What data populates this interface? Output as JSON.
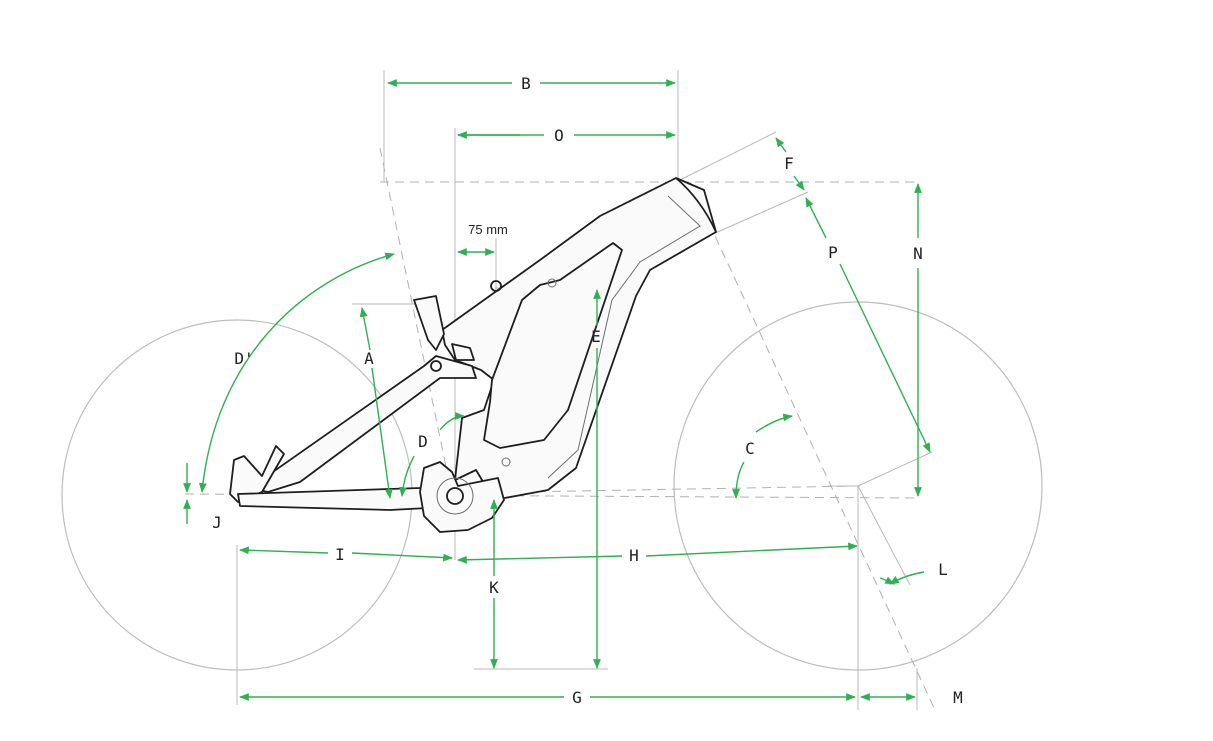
{
  "diagram": {
    "dimension_labels": {
      "A": "A",
      "B": "B",
      "C": "C",
      "D": "D",
      "D_prime": "D'",
      "E": "E",
      "F": "F",
      "G": "G",
      "H": "H",
      "I": "I",
      "J": "J",
      "K": "K",
      "L": "L",
      "M": "M",
      "N": "N",
      "O": "O",
      "P": "P"
    },
    "annotations": {
      "seat_offset": "75 mm"
    },
    "colors": {
      "dimension": "#2fb052",
      "frame": "#1e1e1e",
      "guide": "#b8b8b8"
    }
  }
}
